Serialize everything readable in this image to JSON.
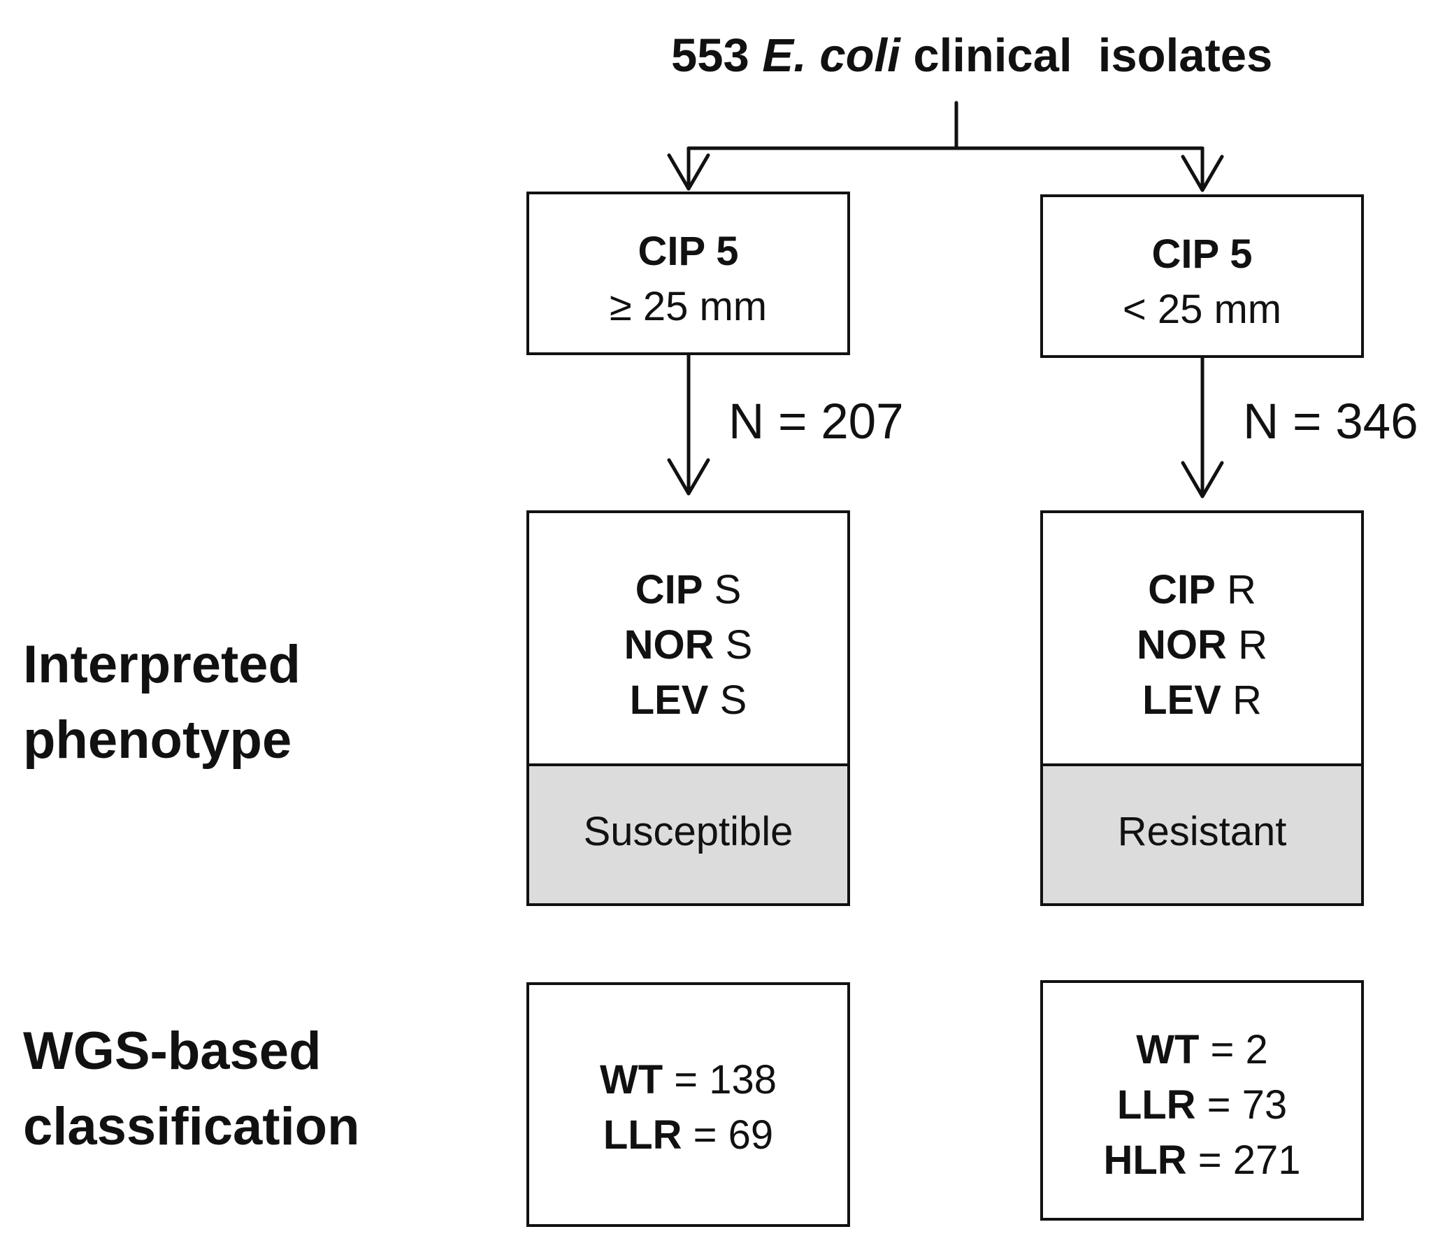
{
  "title": {
    "count": "553",
    "organism": "E. coli",
    "rest": "clinical  isolates"
  },
  "left_branch": {
    "criterion": {
      "drug": "CIP 5",
      "threshold": "≥ 25 mm"
    },
    "n_label": "N = 207",
    "phenotype": [
      {
        "drug": "CIP",
        "call": "S"
      },
      {
        "drug": "NOR",
        "call": "S"
      },
      {
        "drug": "LEV",
        "call": "S"
      }
    ],
    "interpretation": "Susceptible",
    "wgs": [
      {
        "class": "WT",
        "sep": " = ",
        "value": "138"
      },
      {
        "class": "LLR",
        "sep": " = ",
        "value": "69"
      }
    ]
  },
  "right_branch": {
    "criterion": {
      "drug": "CIP 5",
      "threshold": "< 25 mm"
    },
    "n_label": "N = 346",
    "phenotype": [
      {
        "drug": "CIP",
        "call": "R"
      },
      {
        "drug": "NOR",
        "call": "R"
      },
      {
        "drug": "LEV",
        "call": "R"
      }
    ],
    "interpretation": "Resistant",
    "wgs": [
      {
        "class": "WT",
        "sep": " = ",
        "value": "2"
      },
      {
        "class": "LLR",
        "sep": " = ",
        "value": "73"
      },
      {
        "class": "HLR",
        "sep": " = ",
        "value": "271"
      }
    ]
  },
  "row_labels": {
    "phenotype": [
      "Interpreted",
      "phenotype"
    ],
    "wgs": [
      "WGS-based",
      "classification"
    ]
  }
}
